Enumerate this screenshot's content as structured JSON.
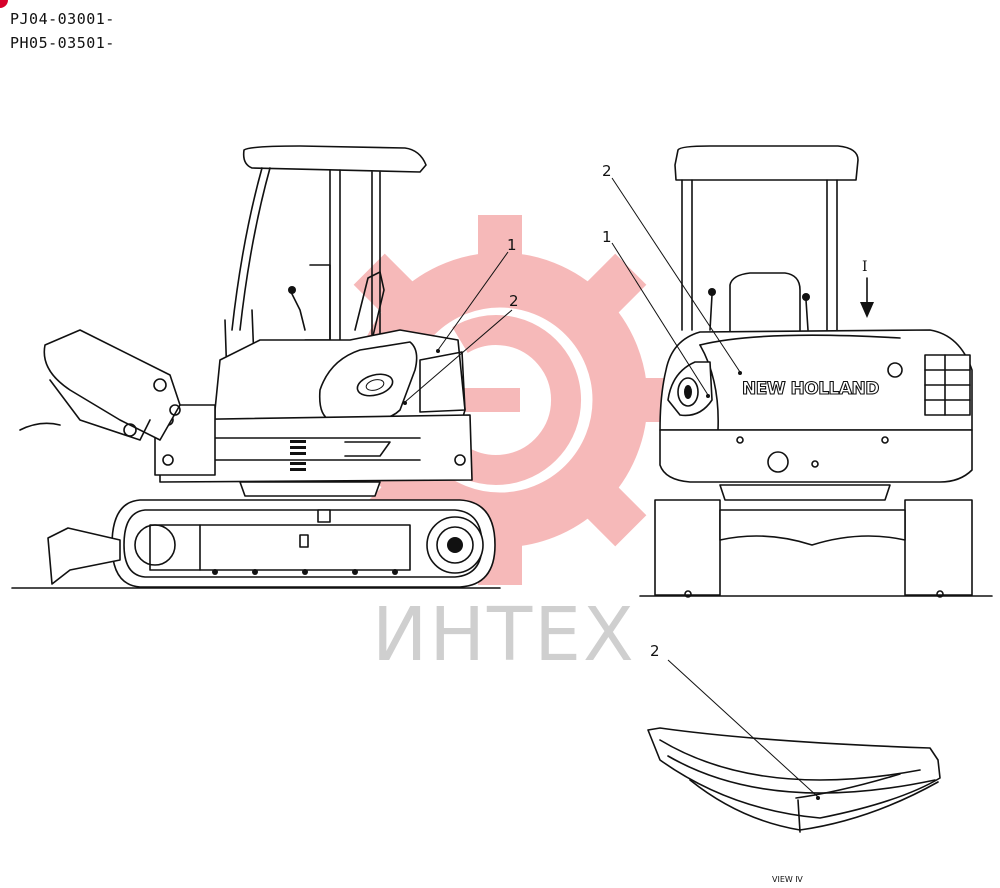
{
  "serials": [
    "PJ04-03001-",
    "PH05-03501-"
  ],
  "brand_text": "NEW HOLLAND",
  "watermark": {
    "text": "ИНТЕХ",
    "gear_color": "#f4a3a3",
    "text_color": "#cfcfcf"
  },
  "accent_color": "#d6002a",
  "callouts": {
    "side_1": "1",
    "side_2": "2",
    "rear_1": "1",
    "rear_2": "2",
    "view_2": "2"
  },
  "view_marker": "I",
  "view_caption": "VIEW Ⅳ"
}
